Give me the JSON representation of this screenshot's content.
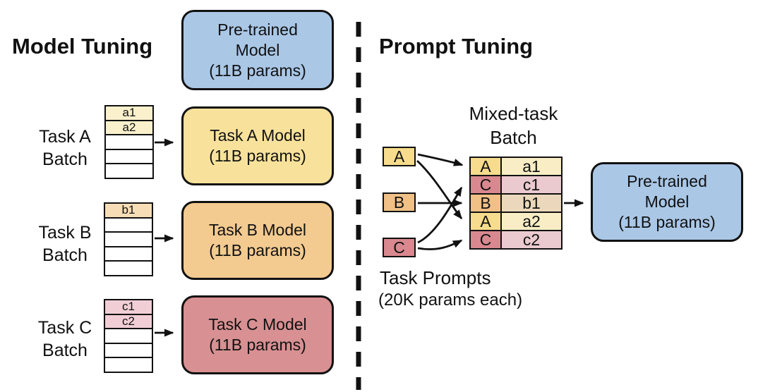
{
  "left": {
    "title": "Model Tuning",
    "pretrained": {
      "line1": "Pre-trained",
      "line2": "Model",
      "line3": "(11B params)",
      "fill": "#aac7e6"
    },
    "tasks": [
      {
        "name": "Task A",
        "batch_word": "Batch",
        "rows": [
          "a1",
          "a2",
          "",
          "",
          ""
        ],
        "row_fill": "#faf0cc",
        "model_line1": "Task A Model",
        "model_line2": "(11B params)",
        "model_fill": "#f8e29b"
      },
      {
        "name": "Task B",
        "batch_word": "Batch",
        "rows": [
          "b1",
          "",
          "",
          "",
          ""
        ],
        "row_fill": "#f6ddb5",
        "model_line1": "Task B Model",
        "model_line2": "(11B params)",
        "model_fill": "#f3ca90"
      },
      {
        "name": "Task C",
        "batch_word": "Batch",
        "rows": [
          "c1",
          "c2",
          "",
          "",
          ""
        ],
        "row_fill": "#f1ced6",
        "model_line1": "Task C Model",
        "model_line2": "(11B params)",
        "model_fill": "#d89092"
      }
    ]
  },
  "right": {
    "title": "Prompt Tuning",
    "batch_label_line1": "Mixed-task",
    "batch_label_line2": "Batch",
    "prompts": [
      {
        "label": "A",
        "fill": "#f6dc8c"
      },
      {
        "label": "B",
        "fill": "#f0c086"
      },
      {
        "label": "C",
        "fill": "#d8888e"
      }
    ],
    "batch_rows": [
      {
        "task": "A",
        "item": "a1",
        "task_fill": "#f6dc8c",
        "item_fill": "#f8edc4"
      },
      {
        "task": "C",
        "item": "c1",
        "task_fill": "#d8888e",
        "item_fill": "#ebcacf"
      },
      {
        "task": "B",
        "item": "b1",
        "task_fill": "#f0c086",
        "item_fill": "#ebd8bc"
      },
      {
        "task": "A",
        "item": "a2",
        "task_fill": "#f6dc8c",
        "item_fill": "#f8edc4"
      },
      {
        "task": "C",
        "item": "c2",
        "task_fill": "#d8888e",
        "item_fill": "#ebcacf"
      }
    ],
    "pretrained": {
      "line1": "Pre-trained",
      "line2": "Model",
      "line3": "(11B params)",
      "fill": "#aac7e6"
    },
    "caption_line1": "Task Prompts",
    "caption_line2": "(20K params each)"
  },
  "colors": {
    "line": "#111111",
    "background": "#ffffff"
  }
}
